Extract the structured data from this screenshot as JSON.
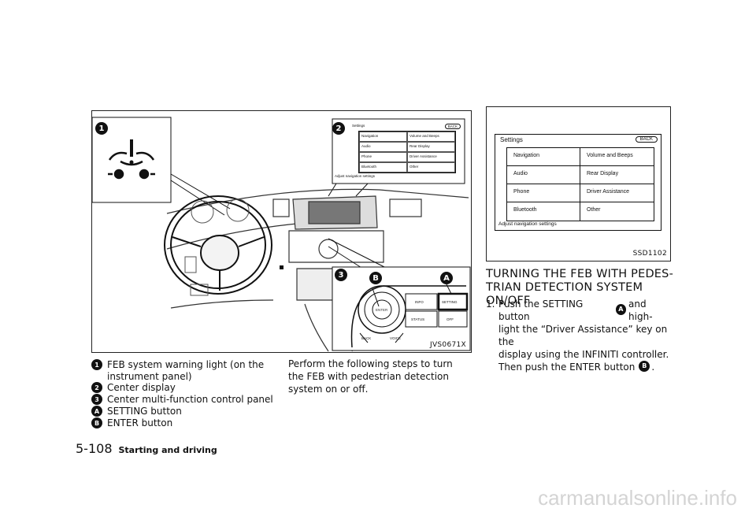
{
  "figure_left": {
    "code": "JVS0671X",
    "callouts": {
      "one": "1",
      "two": "2",
      "three": "3",
      "a": "A",
      "b": "B"
    },
    "mini_screen": {
      "title": "Settings",
      "back": "BACK",
      "items": [
        "Navigation",
        "Volume and Beeps",
        "Audio",
        "Rear Display",
        "Phone",
        "Driver Assistance",
        "Bluetooth",
        "Other"
      ],
      "footer": "Adjust navigation settings"
    },
    "panel": {
      "info": "INFO",
      "setting": "SETTING",
      "status": "STATUS",
      "off": "OFF",
      "enter": "ENTER",
      "back": "BACK",
      "voice": "VOICE"
    }
  },
  "legend": [
    {
      "marker": "1",
      "text": "FEB system warning light (on the instrument panel)"
    },
    {
      "marker": "2",
      "text": "Center display"
    },
    {
      "marker": "3",
      "text": "Center multi-function control panel"
    },
    {
      "marker": "A",
      "text": "SETTING button"
    },
    {
      "marker": "B",
      "text": "ENTER button"
    }
  ],
  "middle_paragraph": "Perform the following steps to turn the FEB with pedestrian detection system on or off.",
  "figure_right": {
    "code": "SSD1102",
    "screen": {
      "title": "Settings",
      "back": "BACK",
      "items": [
        "Navigation",
        "Volume and Beeps",
        "Audio",
        "Rear Display",
        "Phone",
        "Driver Assistance",
        "Bluetooth",
        "Other"
      ],
      "footer": "Adjust navigation settings"
    }
  },
  "section": {
    "heading_line1": "TURNING THE FEB WITH PEDES-",
    "heading_line2": "TRIAN DETECTION SYSTEM ON/OFF",
    "step_number": "1.",
    "step_part1": "Push the SETTING button",
    "step_part2": "and high-",
    "step_part3": "light the “Driver Assistance” key on the",
    "step_part4": "display using the INFINITI controller.",
    "step_part5": "Then push the ENTER button",
    "step_part6": ".",
    "marker_a": "A",
    "marker_b": "B"
  },
  "footer": {
    "page_number": "5-108",
    "section_name": "Starting and driving"
  },
  "watermark": "carmanualsonline.info"
}
